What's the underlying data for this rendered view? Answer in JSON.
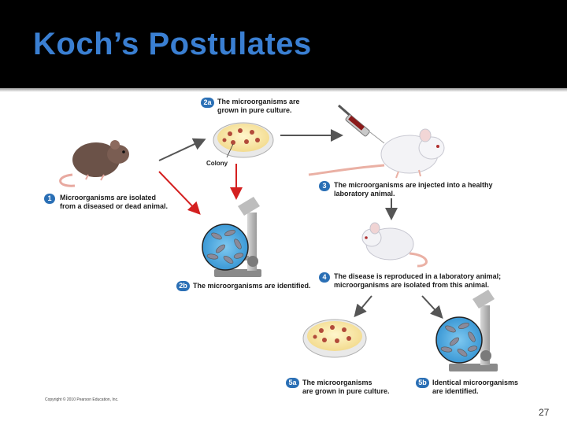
{
  "slide": {
    "title": "Koch’s Postulates",
    "page_number": "27",
    "copyright": "Copyright © 2010 Pearson Education, Inc."
  },
  "steps": [
    {
      "badge": "1",
      "line1": "Microorganisms are isolated",
      "line2": "from a diseased or dead animal."
    },
    {
      "badge": "2a",
      "line1": "The microorganisms are",
      "line2": "grown in pure culture."
    },
    {
      "badge": "2b",
      "line1": "The microorganisms are identified.",
      "line2": ""
    },
    {
      "badge": "3",
      "line1": "The microorganisms are injected into a healthy",
      "line2": "laboratory animal."
    },
    {
      "badge": "4",
      "line1": "The disease is reproduced in a laboratory animal;",
      "line2": "microorganisms are isolated from this animal."
    },
    {
      "badge": "5a",
      "line1": "The microorganisms",
      "line2": "are grown in pure culture."
    },
    {
      "badge": "5b",
      "line1": "Identical microorganisms",
      "line2": "are identified."
    }
  ],
  "labels": {
    "colony": "Colony"
  },
  "colors": {
    "title": "#3a7fd2",
    "badge": "#2a6fb5",
    "red_arrow": "#d42020",
    "gray_arrow": "#555555"
  }
}
